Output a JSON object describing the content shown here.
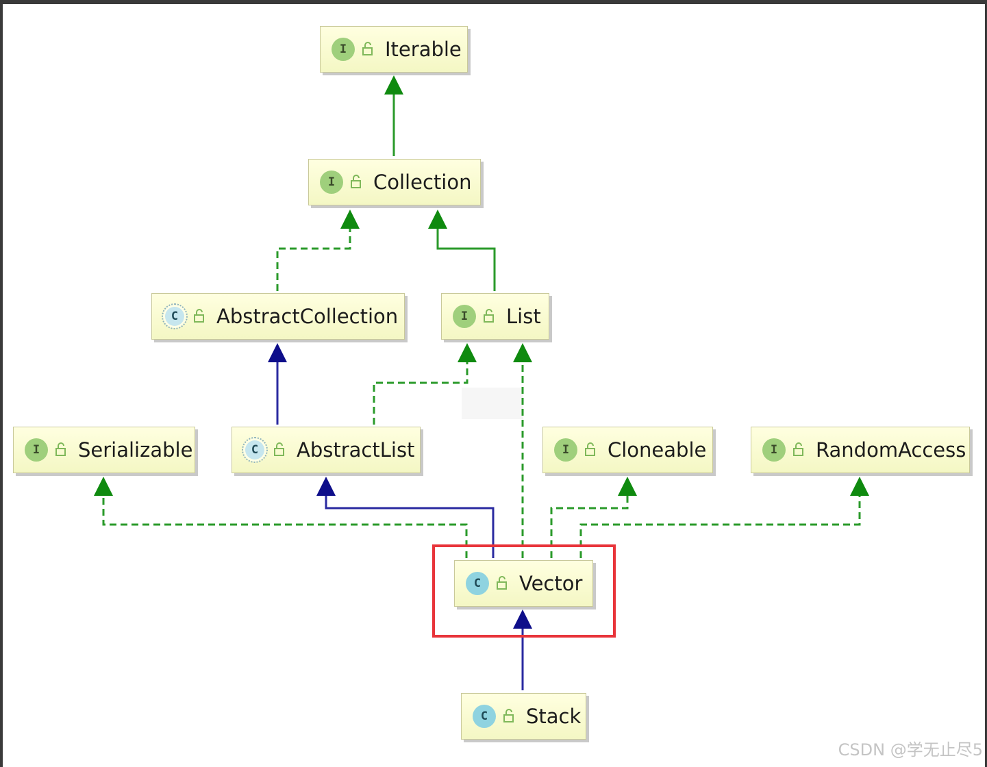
{
  "nodes": {
    "iterable": {
      "label": "Iterable",
      "badge": "I"
    },
    "collection": {
      "label": "Collection",
      "badge": "I"
    },
    "abstract_collection": {
      "label": "AbstractCollection",
      "badge": "C"
    },
    "list": {
      "label": "List",
      "badge": "I"
    },
    "serializable": {
      "label": "Serializable",
      "badge": "I"
    },
    "abstract_list": {
      "label": "AbstractList",
      "badge": "C"
    },
    "cloneable": {
      "label": "Cloneable",
      "badge": "I"
    },
    "random_access": {
      "label": "RandomAccess",
      "badge": "I"
    },
    "vector": {
      "label": "Vector",
      "badge": "C"
    },
    "stack": {
      "label": "Stack",
      "badge": "C"
    }
  },
  "colors": {
    "implements": "#2a9a2a",
    "extends_class": "#1a1a9a",
    "extends_interface": "#2a9a2a",
    "highlight": "#e8343a"
  },
  "watermark": "CSDN @学无止尽5"
}
